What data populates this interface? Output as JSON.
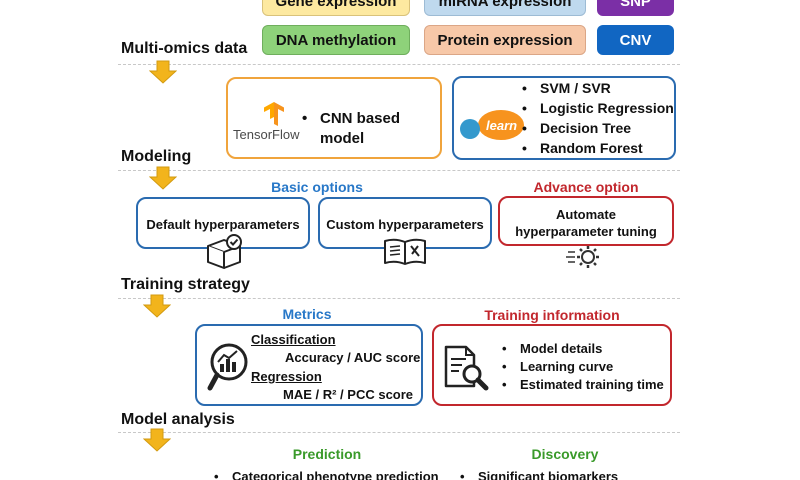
{
  "data_types": {
    "gene_expression": "Gene expression",
    "mirna_expression": "miRNA expression",
    "snp": "SNP",
    "dna_methylation": "DNA methylation",
    "protein_expression": "Protein expression",
    "cnv": "CNV"
  },
  "stages": {
    "multiomics": "Multi-omics data",
    "modeling": "Modeling",
    "training_strategy": "Training strategy",
    "model_analysis": "Model analysis"
  },
  "modeling": {
    "tensorflow_label": "TensorFlow",
    "cnn_item": "CNN based model",
    "sklearn_logo_text": "learn",
    "sklearn_items": [
      "SVM / SVR",
      "Logistic Regression",
      "Decision Tree",
      "Random Forest"
    ]
  },
  "training": {
    "basic_options_title": "Basic options",
    "advance_option_title": "Advance option",
    "default_hyper": "Default hyperparameters",
    "custom_hyper": "Custom hyperparameters",
    "automate_line1": "Automate",
    "automate_line2": "hyperparameter tuning"
  },
  "analysis": {
    "metrics_title": "Metrics",
    "classification_label": "Classification",
    "classification_metrics": "Accuracy / AUC score",
    "regression_label": "Regression",
    "regression_metrics": "MAE / R² / PCC score",
    "training_info_title": "Training information",
    "training_info_items": [
      "Model details",
      "Learning curve",
      "Estimated training time"
    ]
  },
  "outputs": {
    "prediction_title": "Prediction",
    "discovery_title": "Discovery",
    "prediction_item": "Categorical phenotype prediction",
    "discovery_item": "Significant biomarkers"
  },
  "colors": {
    "gene": "#fde9a0",
    "mirna": "#bfd9ee",
    "snp": "#7b2fa6",
    "methylation": "#8ed27a",
    "protein": "#f7c8a8",
    "cnv": "#1166c2",
    "orange_box": "#f0a43c",
    "blue_box": "#2a6bb0",
    "red_box": "#c2272d",
    "blue_title": "#2878c8",
    "red_title": "#c2272d",
    "green_title": "#3a9a2a",
    "arrow": "#f2b41c"
  }
}
